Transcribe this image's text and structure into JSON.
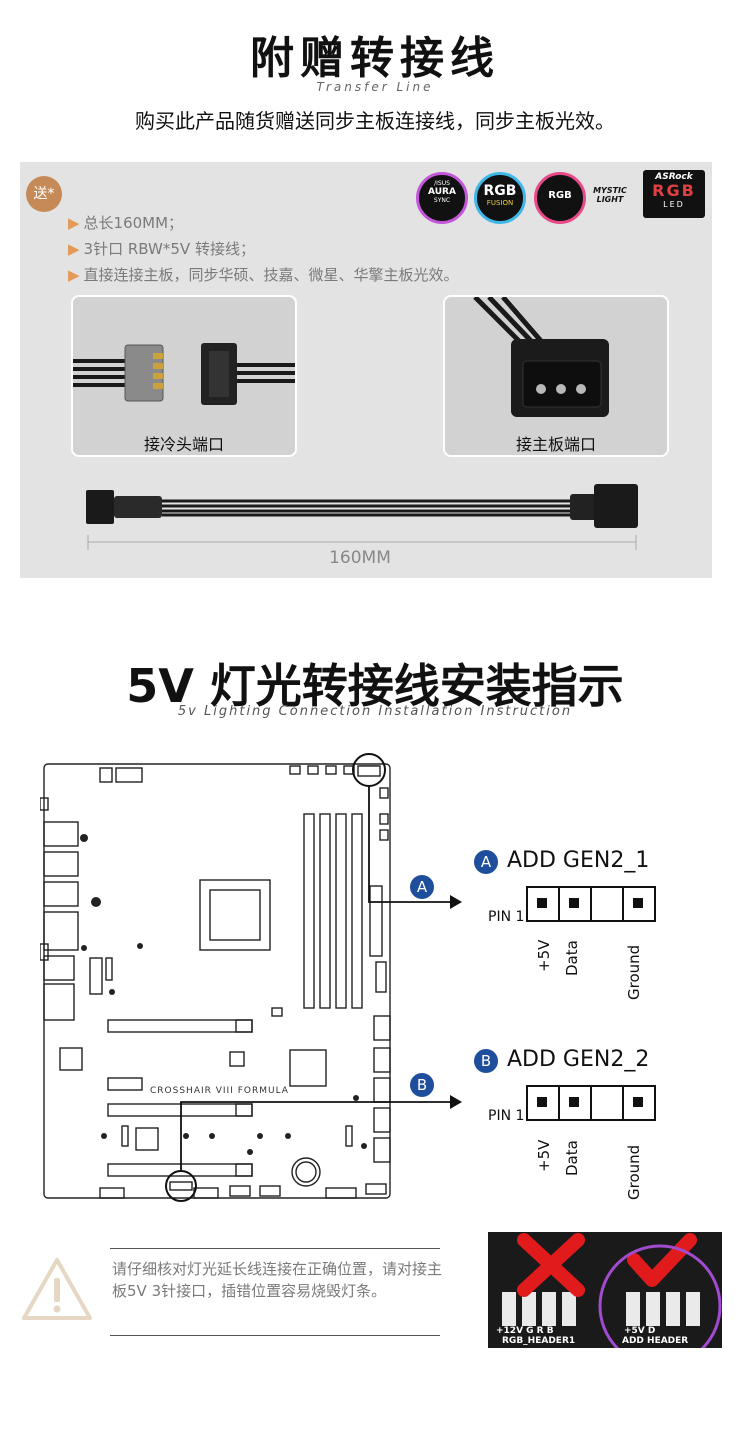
{
  "section1": {
    "title": "附赠转接线",
    "subtitle": "Transfer Line",
    "description": "购买此产品随货赠送同步主板连接线，同步主板光效。",
    "badge": "送*",
    "bullets": [
      "总长160MM；",
      "3针口 RBW*5V 转接线；",
      "直接连接主板，同步华硕、技嘉、微星、华擎主板光效。"
    ],
    "logos": {
      "aura_brand": "/ISUS",
      "aura": "AURA",
      "aura_sub": "SYNC",
      "rgb_fusion": "RGB",
      "rgb_fusion_sub": "FUSION",
      "mystic_rgb": "RGB",
      "mystic_text": "MYSTIC LIGHT",
      "asrock_brand": "ASRock",
      "asrock_rgb": "RGB",
      "asrock_led": "LED"
    },
    "photo_left_label": "接冷头端口",
    "photo_right_label": "接主板端口",
    "cable_length_label": "160MM"
  },
  "section2": {
    "title": "5V 灯光转接线安装指示",
    "subtitle": "5v Lighting Connection Installation Instruction",
    "board_label": "CROSSHAIR VIII FORMULA",
    "connector_a": {
      "marker": "A",
      "name": "ADD GEN2_1",
      "pin1": "PIN 1",
      "labels": [
        "+5V",
        "Data",
        "Ground"
      ]
    },
    "connector_b": {
      "marker": "B",
      "name": "ADD GEN2_2",
      "pin1": "PIN 1",
      "labels": [
        "+5V",
        "Data",
        "Ground"
      ]
    },
    "warning": "请仔细核对灯光延长线连接在正确位置，请对接主板5V 3针接口，插错位置容易烧毁灯条。",
    "header_wrong_pins": "+12V G R B",
    "header_wrong_name": "RGB_HEADER1",
    "header_right_pins": "+5V D",
    "header_right_name": "ADD HEADER"
  },
  "colors": {
    "accent_orange": "#e39a56",
    "badge_brown": "#c58a57",
    "marker_blue": "#1f4e9c",
    "wrong_red": "#e11b1b"
  }
}
